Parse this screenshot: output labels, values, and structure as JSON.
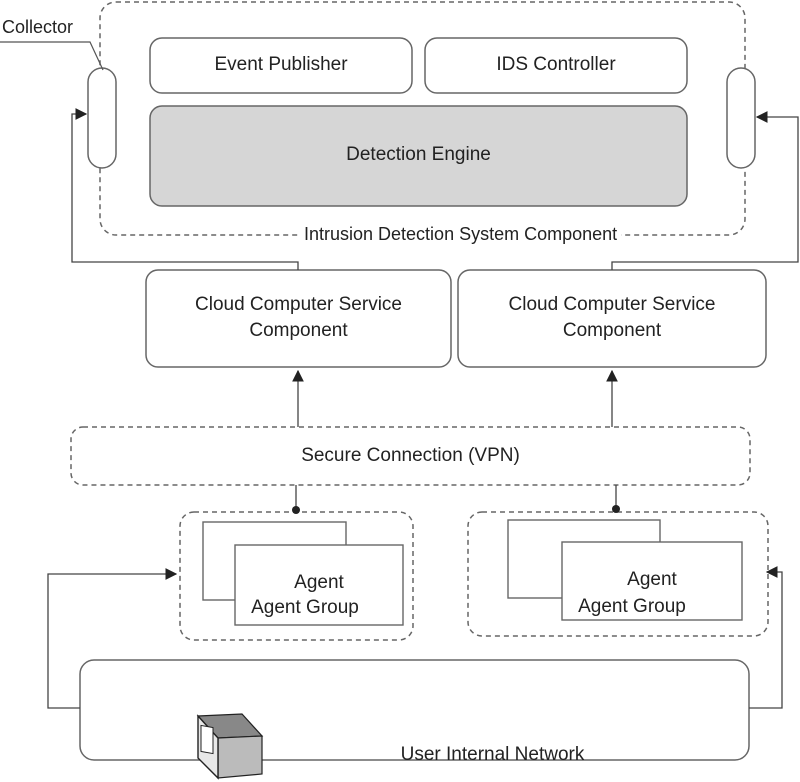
{
  "collector": {
    "label": "Collector"
  },
  "ids_component": {
    "label": "Intrusion Detection System Component",
    "event_publisher": "Event Publisher",
    "ids_controller": "IDS Controller",
    "detection_engine": "Detection Engine"
  },
  "cloud_services": [
    {
      "line1": "Cloud Computer Service",
      "line2": "Component"
    },
    {
      "line1": "Cloud Computer Service",
      "line2": "Component"
    }
  ],
  "secure_connection": {
    "label": "Secure Connection (VPN)"
  },
  "agent_groups": [
    {
      "agent_label": "Agent",
      "group_label": "Agent Group"
    },
    {
      "agent_label": "Agent",
      "group_label": "Agent Group"
    }
  ],
  "user_network": {
    "label": "User Internal Network",
    "icon": "computer-monitor-icon"
  },
  "colors": {
    "stroke": "#555555",
    "engine_fill": "#d6d6d6",
    "text": "#222222"
  }
}
